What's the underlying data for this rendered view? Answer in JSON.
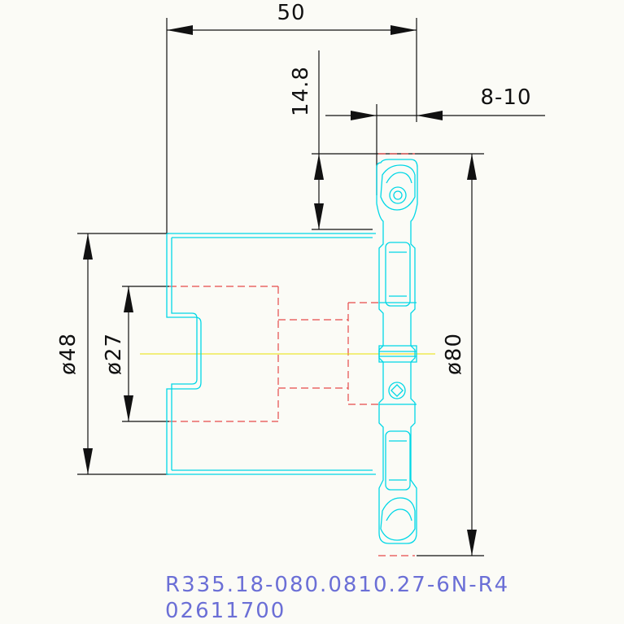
{
  "dimensions": {
    "overall_length": "50",
    "insert_height": "14.8",
    "cutting_width": "8-10",
    "diameter_body": "ø48",
    "diameter_bore": "ø27",
    "diameter_cutter": "ø80"
  },
  "caption": {
    "part_number": "R335.18-080.0810.27-6N-R4",
    "item_code": "02611700"
  },
  "colors": {
    "dimension_lines": "#111111",
    "tool_outline": "#00d7e6",
    "hidden_lines": "#e64a4a",
    "center_line": "#e8e000",
    "caption_text": "#6b6fd6"
  }
}
